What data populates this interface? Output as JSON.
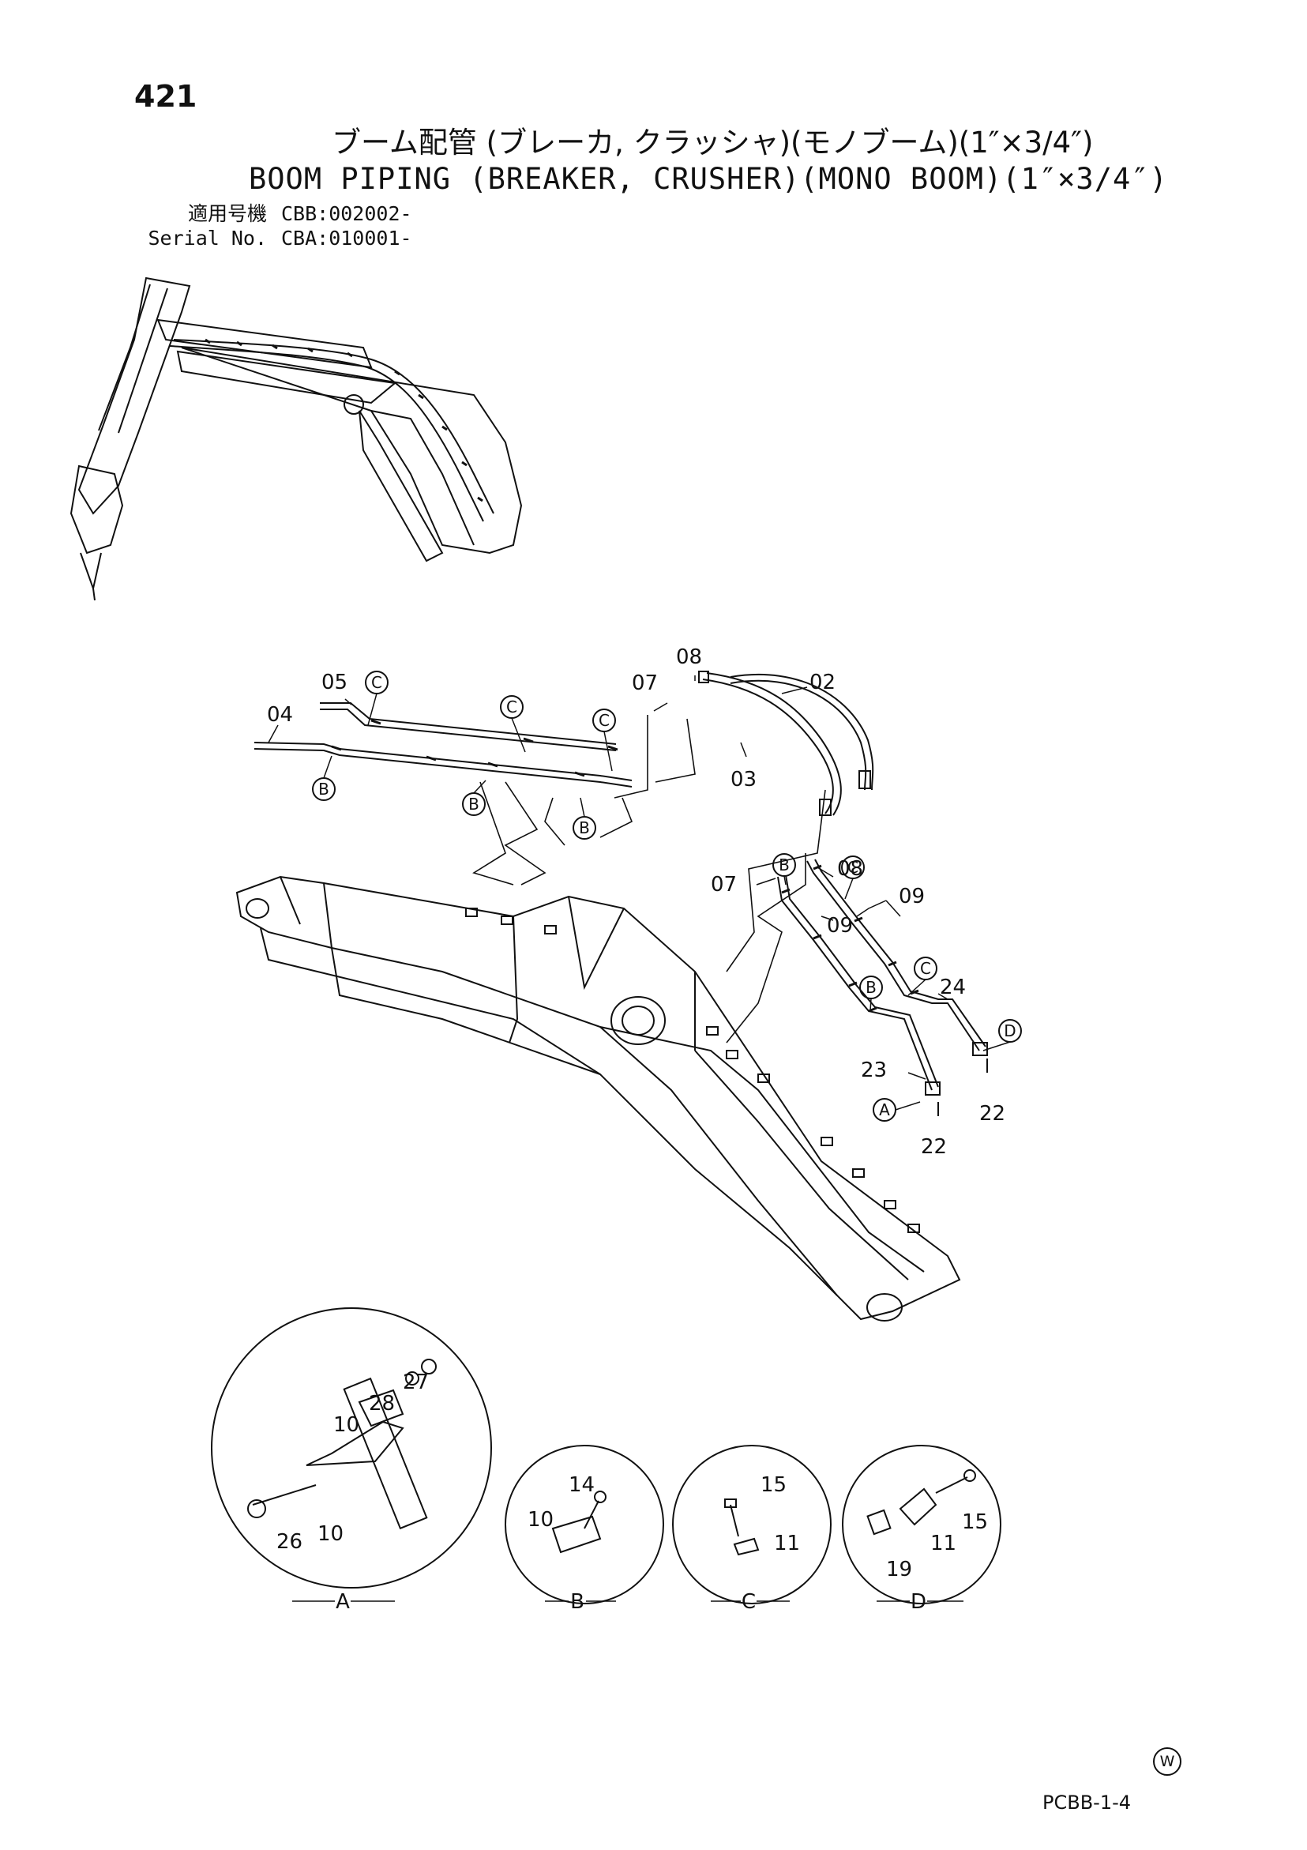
{
  "header": {
    "page_number": "421",
    "title_jp": "ブーム配管 (ブレーカ, クラッシャ)(モノブーム)(1″×3/4″)",
    "title_en": "BOOM PIPING (BREAKER, CRUSHER)(MONO BOOM)(1″×3/4″)",
    "serial_rows": [
      {
        "label": "適用号機",
        "value": "CBB:002002-"
      },
      {
        "label": "Serial No.",
        "value": "CBA:010001-"
      }
    ]
  },
  "callouts": {
    "p02": "02",
    "p03": "03",
    "p04": "04",
    "p05": "05",
    "p07a": "07",
    "p07b": "07",
    "p08a": "08",
    "p08b": "08",
    "p09a": "09",
    "p09b": "09",
    "p22a": "22",
    "p22b": "22",
    "p23": "23",
    "p24": "24"
  },
  "detail_refs": {
    "A": "A",
    "B": "B",
    "C": "C",
    "D": "D"
  },
  "details": {
    "A": {
      "label": "A",
      "parts": [
        "26",
        "10",
        "10",
        "28",
        "27"
      ]
    },
    "B": {
      "label": "B",
      "parts": [
        "14",
        "10"
      ]
    },
    "C": {
      "label": "C",
      "parts": [
        "15",
        "11"
      ]
    },
    "D": {
      "label": "D",
      "parts": [
        "19",
        "11",
        "15"
      ]
    }
  },
  "footer": {
    "code": "PCBB-1-4",
    "mark": "W"
  }
}
